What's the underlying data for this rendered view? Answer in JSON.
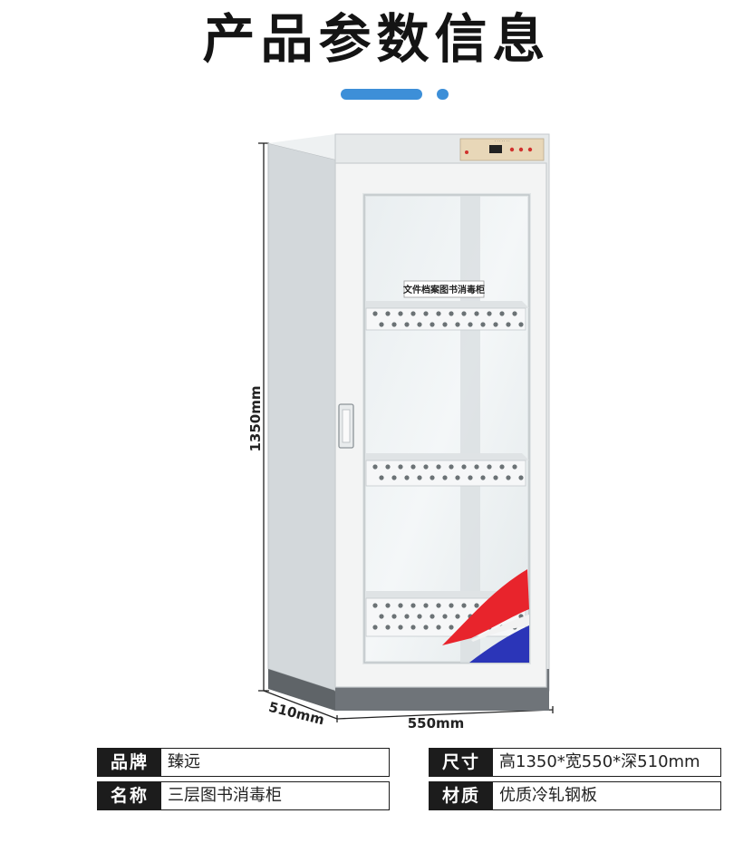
{
  "page": {
    "title": "产品参数信息"
  },
  "product_image": {
    "cabinet_label": "文件档案图书消毒柜",
    "dimensions": {
      "height": "1350mm",
      "depth": "510mm",
      "width": "550mm"
    },
    "colors": {
      "body": "#e6e9ea",
      "base": "#6f7479",
      "flame_red": "#e8242c",
      "flame_blue": "#2b35b8"
    }
  },
  "specs": {
    "brand": {
      "label": "品牌",
      "value": "臻远"
    },
    "name": {
      "label": "名称",
      "value": "三层图书消毒柜"
    },
    "size": {
      "label": "尺寸",
      "value": "高1350*宽550*深510mm"
    },
    "material": {
      "label": "材质",
      "value": "优质冷轧钢板"
    }
  }
}
